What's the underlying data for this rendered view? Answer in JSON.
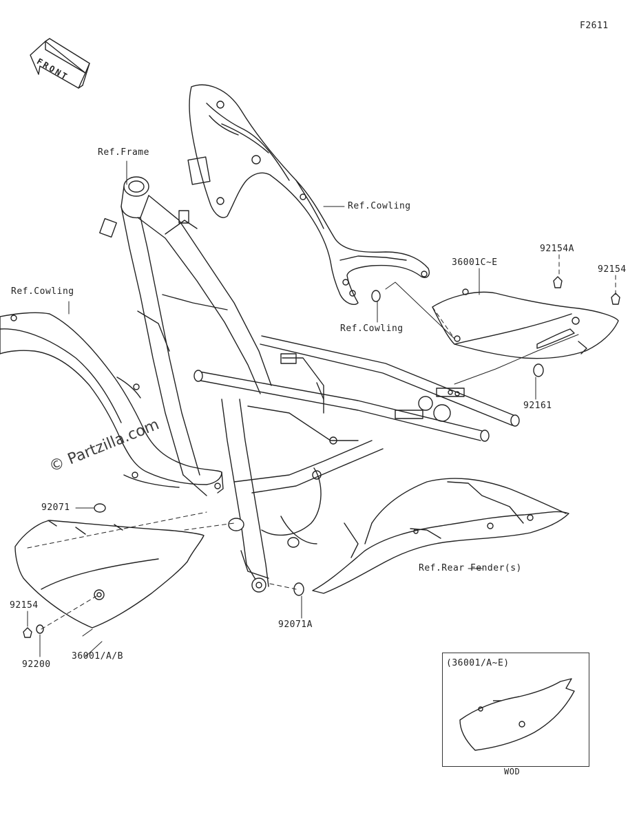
{
  "figure_code": "F2611",
  "direction_label": "FRONT",
  "watermark": "© Partzilla.com",
  "references": {
    "frame": "Ref.Frame",
    "cowling_top": "Ref.Cowling",
    "cowling_left": "Ref.Cowling",
    "cowling_middle": "Ref.Cowling",
    "rear_fender": "Ref.Rear Fender(s)"
  },
  "parts": {
    "p36001_c_e": "36001C~E",
    "p92154a": "92154A",
    "p92154_right": "92154",
    "p92161": "92161",
    "p92071": "92071",
    "p92071a": "92071A",
    "p92154_left": "92154",
    "p92200": "92200",
    "p36001_a_b": "36001/A/B"
  },
  "inset": {
    "title": "(36001/A~E)",
    "caption": "WOD"
  }
}
